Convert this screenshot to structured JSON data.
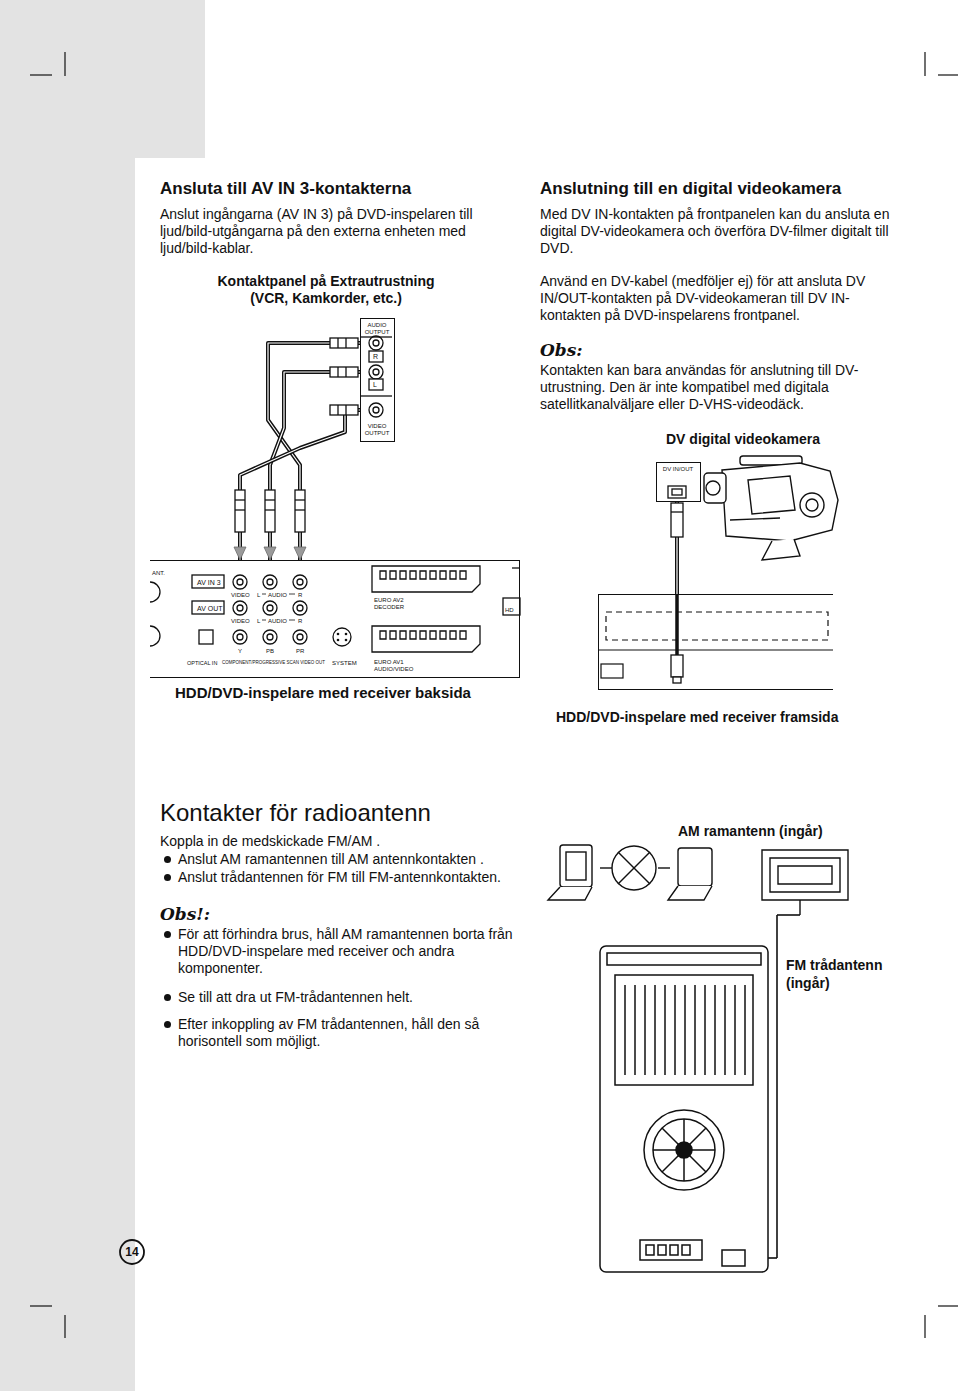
{
  "diagram": {
    "nodes": [
      {
        "text": [
          "Kontaktpanel på Extrautrustning (VCR, Kamkorder, etc.)",
          "AUDIO OUTPUT",
          "R",
          "L",
          "VIDEO OUTPUT"
        ]
      },
      {
        "text": [
          "AV IN 3",
          "VIDEO",
          "L",
          "AUDIO",
          "R",
          "AV OUT",
          "VIDEO",
          "L",
          "AUDIO",
          "R",
          "Y",
          "PB",
          "PR",
          "OPTICAL IN",
          "COMPONENT/PROGRESSIVE SCAN VIDEO OUT",
          "SYSTEM",
          "EURO AV2 DECODER",
          "EURO AV1 AUDIO/VIDEO",
          "ANT.",
          "HD",
          "HDD/DVD-inspelare med receiver baksida"
        ]
      },
      {
        "text": [
          "DV digital videokamera",
          "DV IN/OUT"
        ]
      },
      {
        "text": [
          "HDD/DVD-inspelare med receiver framsida"
        ]
      }
    ],
    "edges": [
      {
        "from": 0,
        "to": 1,
        "arrow": "to"
      },
      {
        "from": 0,
        "to": 1,
        "arrow": "to"
      },
      {
        "from": 0,
        "to": 1,
        "arrow": "to"
      },
      {
        "from": 2,
        "to": 3,
        "arrow": "none"
      }
    ],
    "labels": [
      "Ansluta till AV IN 3-kontakterna",
      "Anslut ingångarna (AV IN 3) på DVD-inspelaren till ljud/bild-utgångarna på den externa enheten med ljud/bild-kablar.",
      "Anslutning till en digital videokamera",
      "Med DV IN-kontakten på frontpanelen kan du ansluta en digital DV-videokamera och överföra DV-filmer digitalt till DVD.",
      "Använd en DV-kabel (medföljer ej) för att ansluta DV IN/OUT-kontakten på DV-videokameran till DV IN-kontakten på DVD-inspelarens frontpanel.",
      "Obs:",
      "Kontakten kan bara användas för anslutning till DV-utrustning. Den är inte kompatibel med digitala satellitkanalväljare eller D-VHS-videodäck.",
      "Kontakter för radioantenn",
      "Koppla in de medskickade FM/AM .",
      "Anslut AM ramantennen till AM antennkontakten .",
      "Anslut trådantennen för FM till FM-antennkontakten.",
      "Obs!:",
      "För att förhindra brus, håll AM ramantennen borta från HDD/DVD-inspelare med receiver och andra komponenter.",
      "Se till att dra ut FM-trådantennen helt.",
      "Efter inkoppling av FM trådantennen, håll den så horisontell som möjligt.",
      "AM ramantenn (ingår)",
      "FM trådantenn (ingår)",
      "14"
    ]
  }
}
